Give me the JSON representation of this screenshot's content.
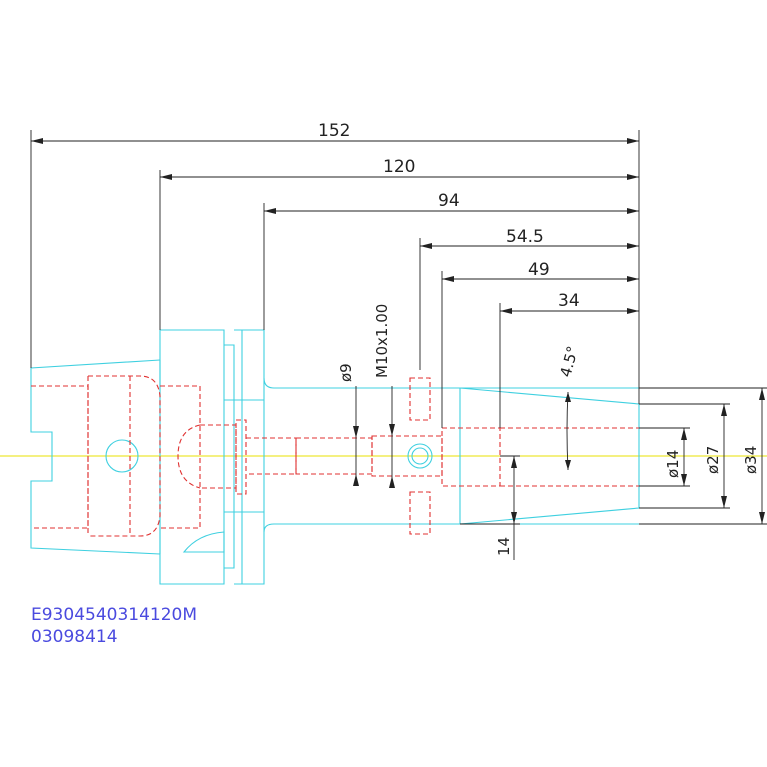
{
  "dimensions": {
    "length_152": "152",
    "length_120": "120",
    "length_94": "94",
    "length_54_5": "54.5",
    "length_49": "49",
    "length_34": "34",
    "dia_9": "ø9",
    "thread": "M10x1.00",
    "angle": "4.5°",
    "dia_14": "ø14",
    "dia_27": "ø27",
    "dia_34": "ø34",
    "length_14": "14"
  },
  "part_number": {
    "line1": "E9304540314120M",
    "line2": "03098414"
  },
  "colors": {
    "outline": "#3fd0e0",
    "hidden": "#e03030",
    "centerline": "#e8e000",
    "dimension": "#222222",
    "label": "#4a4adf"
  }
}
